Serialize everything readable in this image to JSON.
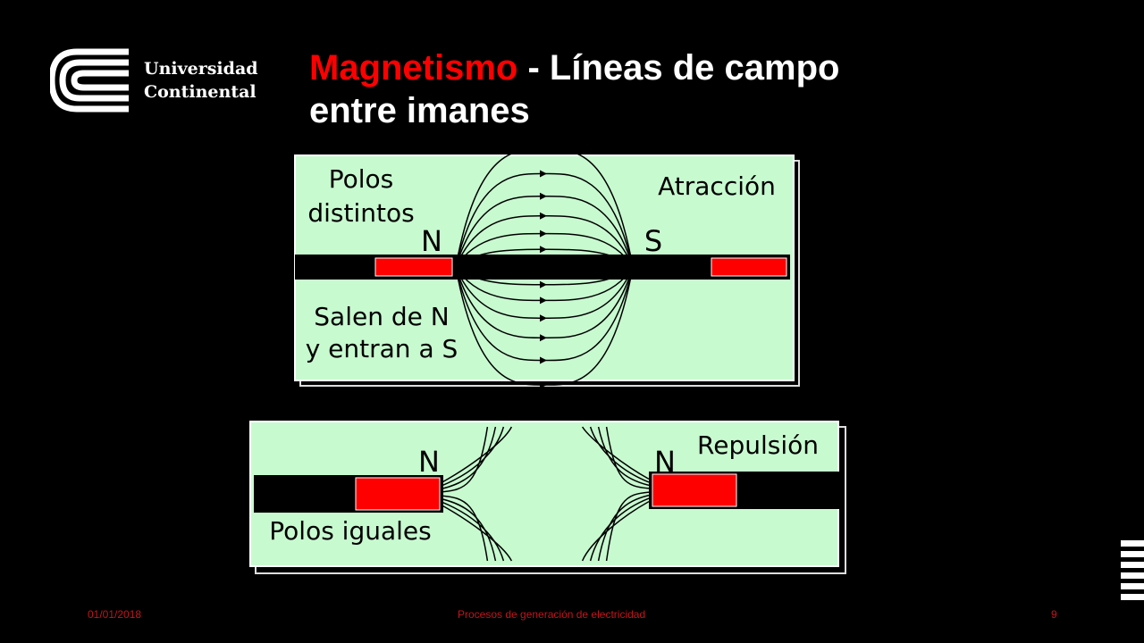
{
  "brand": {
    "line1": "Universidad",
    "line2": "Continental",
    "logo_icon": "continental-c-icon"
  },
  "title": {
    "accent": "Magnetismo",
    "rest_line1": " - Líneas de campo",
    "rest_line2": "entre imanes"
  },
  "diagram_attraction": {
    "label_left_1": "Polos",
    "label_left_2": "distintos",
    "label_right": "Atracción",
    "pole_left": "N",
    "pole_right": "S",
    "note_1": "Salen de N",
    "note_2": "y entran a S"
  },
  "diagram_repulsion": {
    "label_right": "Repulsión",
    "pole_left": "N",
    "pole_right": "N",
    "note": "Polos iguales"
  },
  "footer": {
    "date": "01/01/2018",
    "subject": "Procesos de generación de electricidad",
    "page": "9"
  },
  "colors": {
    "background": "#000000",
    "accent": "#ff0000",
    "panel": "#c8fad0",
    "magnet_red": "#ff0000",
    "footer_text": "#c4151c"
  }
}
